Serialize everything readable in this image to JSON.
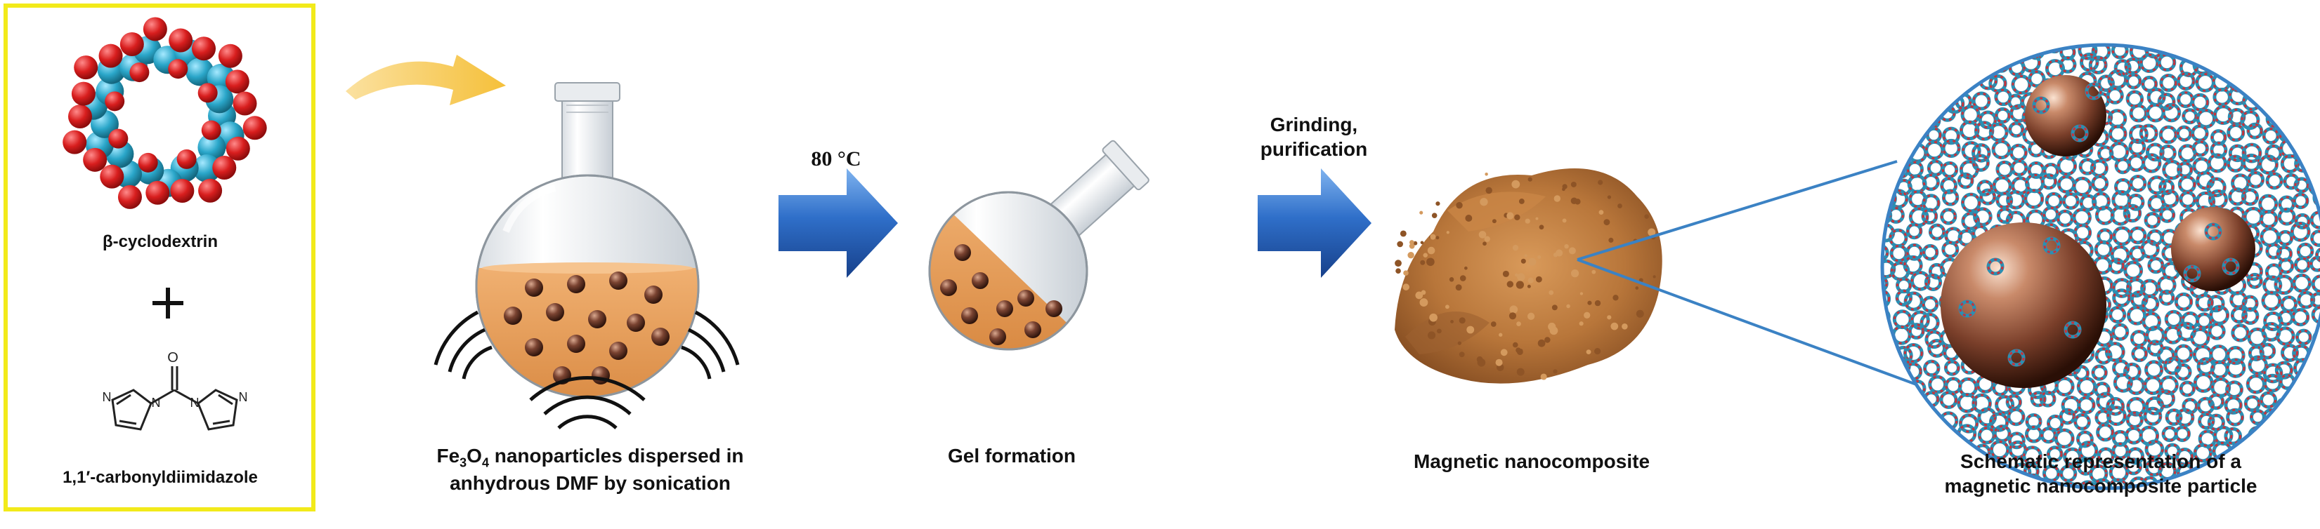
{
  "reactants": {
    "cd_label": "β-cyclodextrin",
    "plus": "+",
    "cdi_label": "1,1′-carbonyldiimidazole"
  },
  "step1": {
    "label_prefix": "Fe",
    "label_sub1": "3",
    "label_mid": "O",
    "label_sub2": "4",
    "label_rest": " nanoparticles dispersed in",
    "label_line2": "anhydrous DMF by sonication"
  },
  "arrow1": {
    "condition": "80 °C"
  },
  "step2": {
    "label": "Gel formation"
  },
  "arrow2": {
    "condition_line1": "Grinding,",
    "condition_line2": "purification"
  },
  "step3": {
    "label": "Magnetic  nanocomposite"
  },
  "step4": {
    "label_line1": "Schematic representation of a",
    "label_line2": "magnetic nanocomposite particle"
  },
  "colors": {
    "highlight_box": "#f2ea1a",
    "curved_arrow": "#f5c84a",
    "process_arrow": "#2f6fc9",
    "oxygen_atoms": "#d81e1e",
    "carbon_atoms": "#2aa6c9",
    "liquid": "#e7a15a",
    "nanoparticle": "#6b3a2c",
    "powder": "#b8763a",
    "zoom_lines": "#3b82c4"
  }
}
